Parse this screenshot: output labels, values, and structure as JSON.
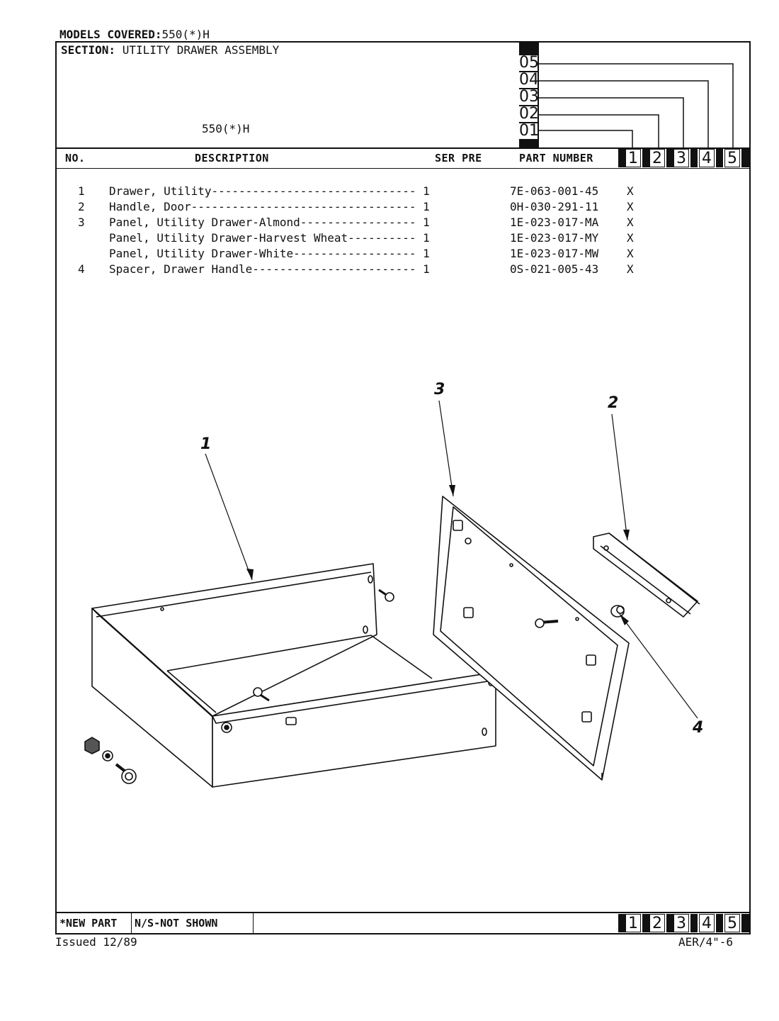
{
  "header": {
    "models_label": "MODELS COVERED:",
    "models_value": "550(*)H",
    "section_label": "SECTION:",
    "section_value": "UTILITY DRAWER ASSEMBLY",
    "model_center": "550(*)H",
    "serial_codes": [
      "05",
      "04",
      "03",
      "02",
      "01"
    ]
  },
  "columns": {
    "no": "NO.",
    "description": "DESCRIPTION",
    "ser_pre": "SER PRE",
    "part_number": "PART NUMBER",
    "models": [
      "1",
      "2",
      "3",
      "4",
      "5"
    ]
  },
  "parts": [
    {
      "no": "1",
      "description": "Drawer, Utility------------------------------ 1",
      "part": "7E-063-001-45",
      "mark": "X"
    },
    {
      "no": "2",
      "description": "Handle, Door--------------------------------- 1",
      "part": "0H-030-291-11",
      "mark": "X"
    },
    {
      "no": "3",
      "description": "Panel, Utility Drawer-Almond----------------- 1",
      "part": "1E-023-017-MA",
      "mark": "X"
    },
    {
      "no": "",
      "description": "Panel, Utility Drawer-Harvest Wheat---------- 1",
      "part": "1E-023-017-MY",
      "mark": "X"
    },
    {
      "no": "",
      "description": "Panel, Utility Drawer-White------------------ 1",
      "part": "1E-023-017-MW",
      "mark": "X"
    },
    {
      "no": "4",
      "description": "Spacer, Drawer Handle------------------------ 1",
      "part": "0S-021-005-43",
      "mark": "X"
    }
  ],
  "callouts": [
    "1",
    "2",
    "3",
    "4"
  ],
  "footer": {
    "new_part": "*NEW PART",
    "not_shown": "N/S-NOT SHOWN",
    "issued": "Issued 12/89",
    "ref": "AER/4\"-6",
    "models": [
      "1",
      "2",
      "3",
      "4",
      "5"
    ]
  }
}
